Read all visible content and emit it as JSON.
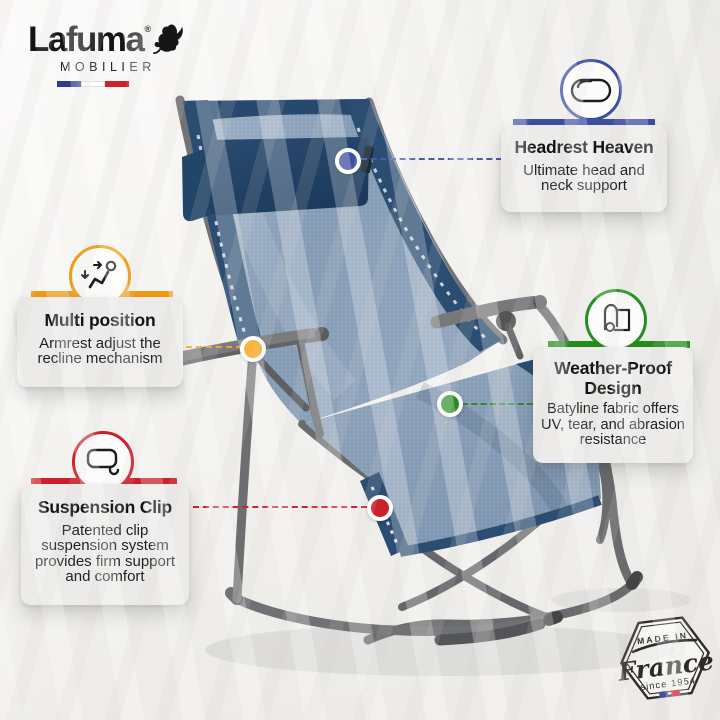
{
  "brand": {
    "name": "Lafuma",
    "trademark": "®",
    "subtitle": "MOBILIER",
    "flag_colors": [
      "#2c3c92",
      "#ffffff",
      "#d0212b"
    ]
  },
  "callouts": [
    {
      "id": "headrest-heaven",
      "accent_color": "#3d4fa1",
      "icon": "headrest-pillow-icon",
      "title_lines": [
        "Headrest Heaven"
      ],
      "body_lines": [
        "Ultimate head and",
        "neck support"
      ]
    },
    {
      "id": "multi-position",
      "accent_color": "#f29b13",
      "icon": "recline-figure-icon",
      "title_lines": [
        "Multi position"
      ],
      "body_lines": [
        "Armrest adjust the",
        "recline mechanism"
      ]
    },
    {
      "id": "suspension-clip",
      "accent_color": "#ce1f2c",
      "icon": "suspension-clip-icon",
      "title_lines": [
        "Suspension Clip"
      ],
      "body_lines": [
        "Patented clip",
        "suspension system",
        "provides firm support",
        "and comfort"
      ]
    },
    {
      "id": "weather-proof-design",
      "accent_color": "#268e1e",
      "icon": "fabric-roll-icon",
      "title_lines": [
        "Weather-Proof",
        "Design"
      ],
      "body_lines": [
        "Batyline fabric offers",
        "UV, tear, and abrasion",
        "resistance"
      ]
    }
  ],
  "badge": {
    "top_label": "MADE IN",
    "country": "France",
    "bottom_label": "since 1954",
    "flag_colors": [
      "#2c3c92",
      "#d0212b"
    ]
  },
  "product": {
    "fabric_color": "#7e96b3",
    "frame_color": "#6b6c6e",
    "pillow_color": "#1e3c60"
  }
}
